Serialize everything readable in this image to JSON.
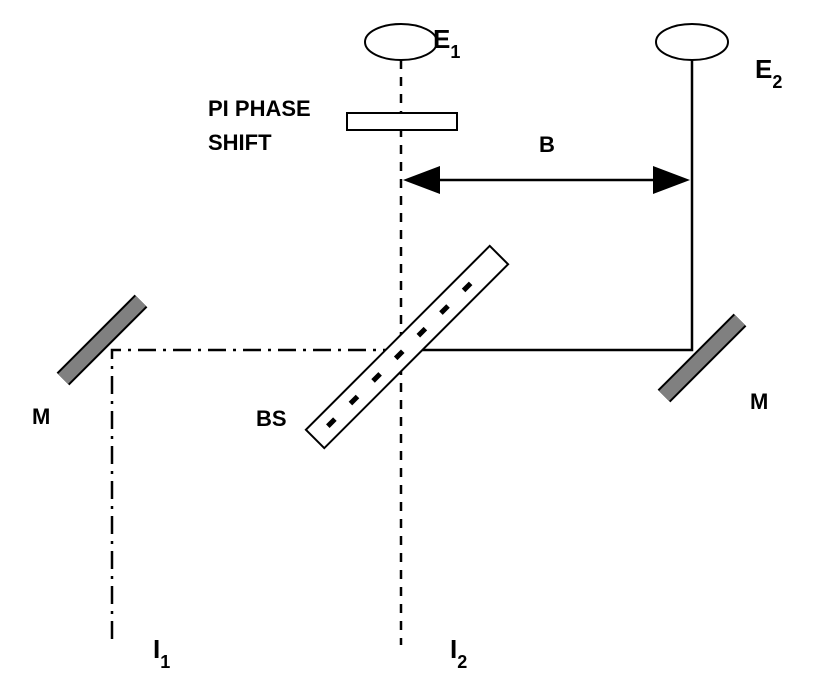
{
  "labels": {
    "e1_base": "E",
    "e1_sub": "1",
    "e2_base": "E",
    "e2_sub": "2",
    "phase_line1": "PI PHASE",
    "phase_line2": "SHIFT",
    "baseline": "B",
    "mirror_left": "M",
    "mirror_right": "M",
    "beam_splitter": "BS",
    "i1_base": "I",
    "i1_sub": "1",
    "i2_base": "I",
    "i2_sub": "2"
  },
  "colors": {
    "line": "#000000",
    "mirror_fill": "#808080",
    "background": "#ffffff"
  }
}
